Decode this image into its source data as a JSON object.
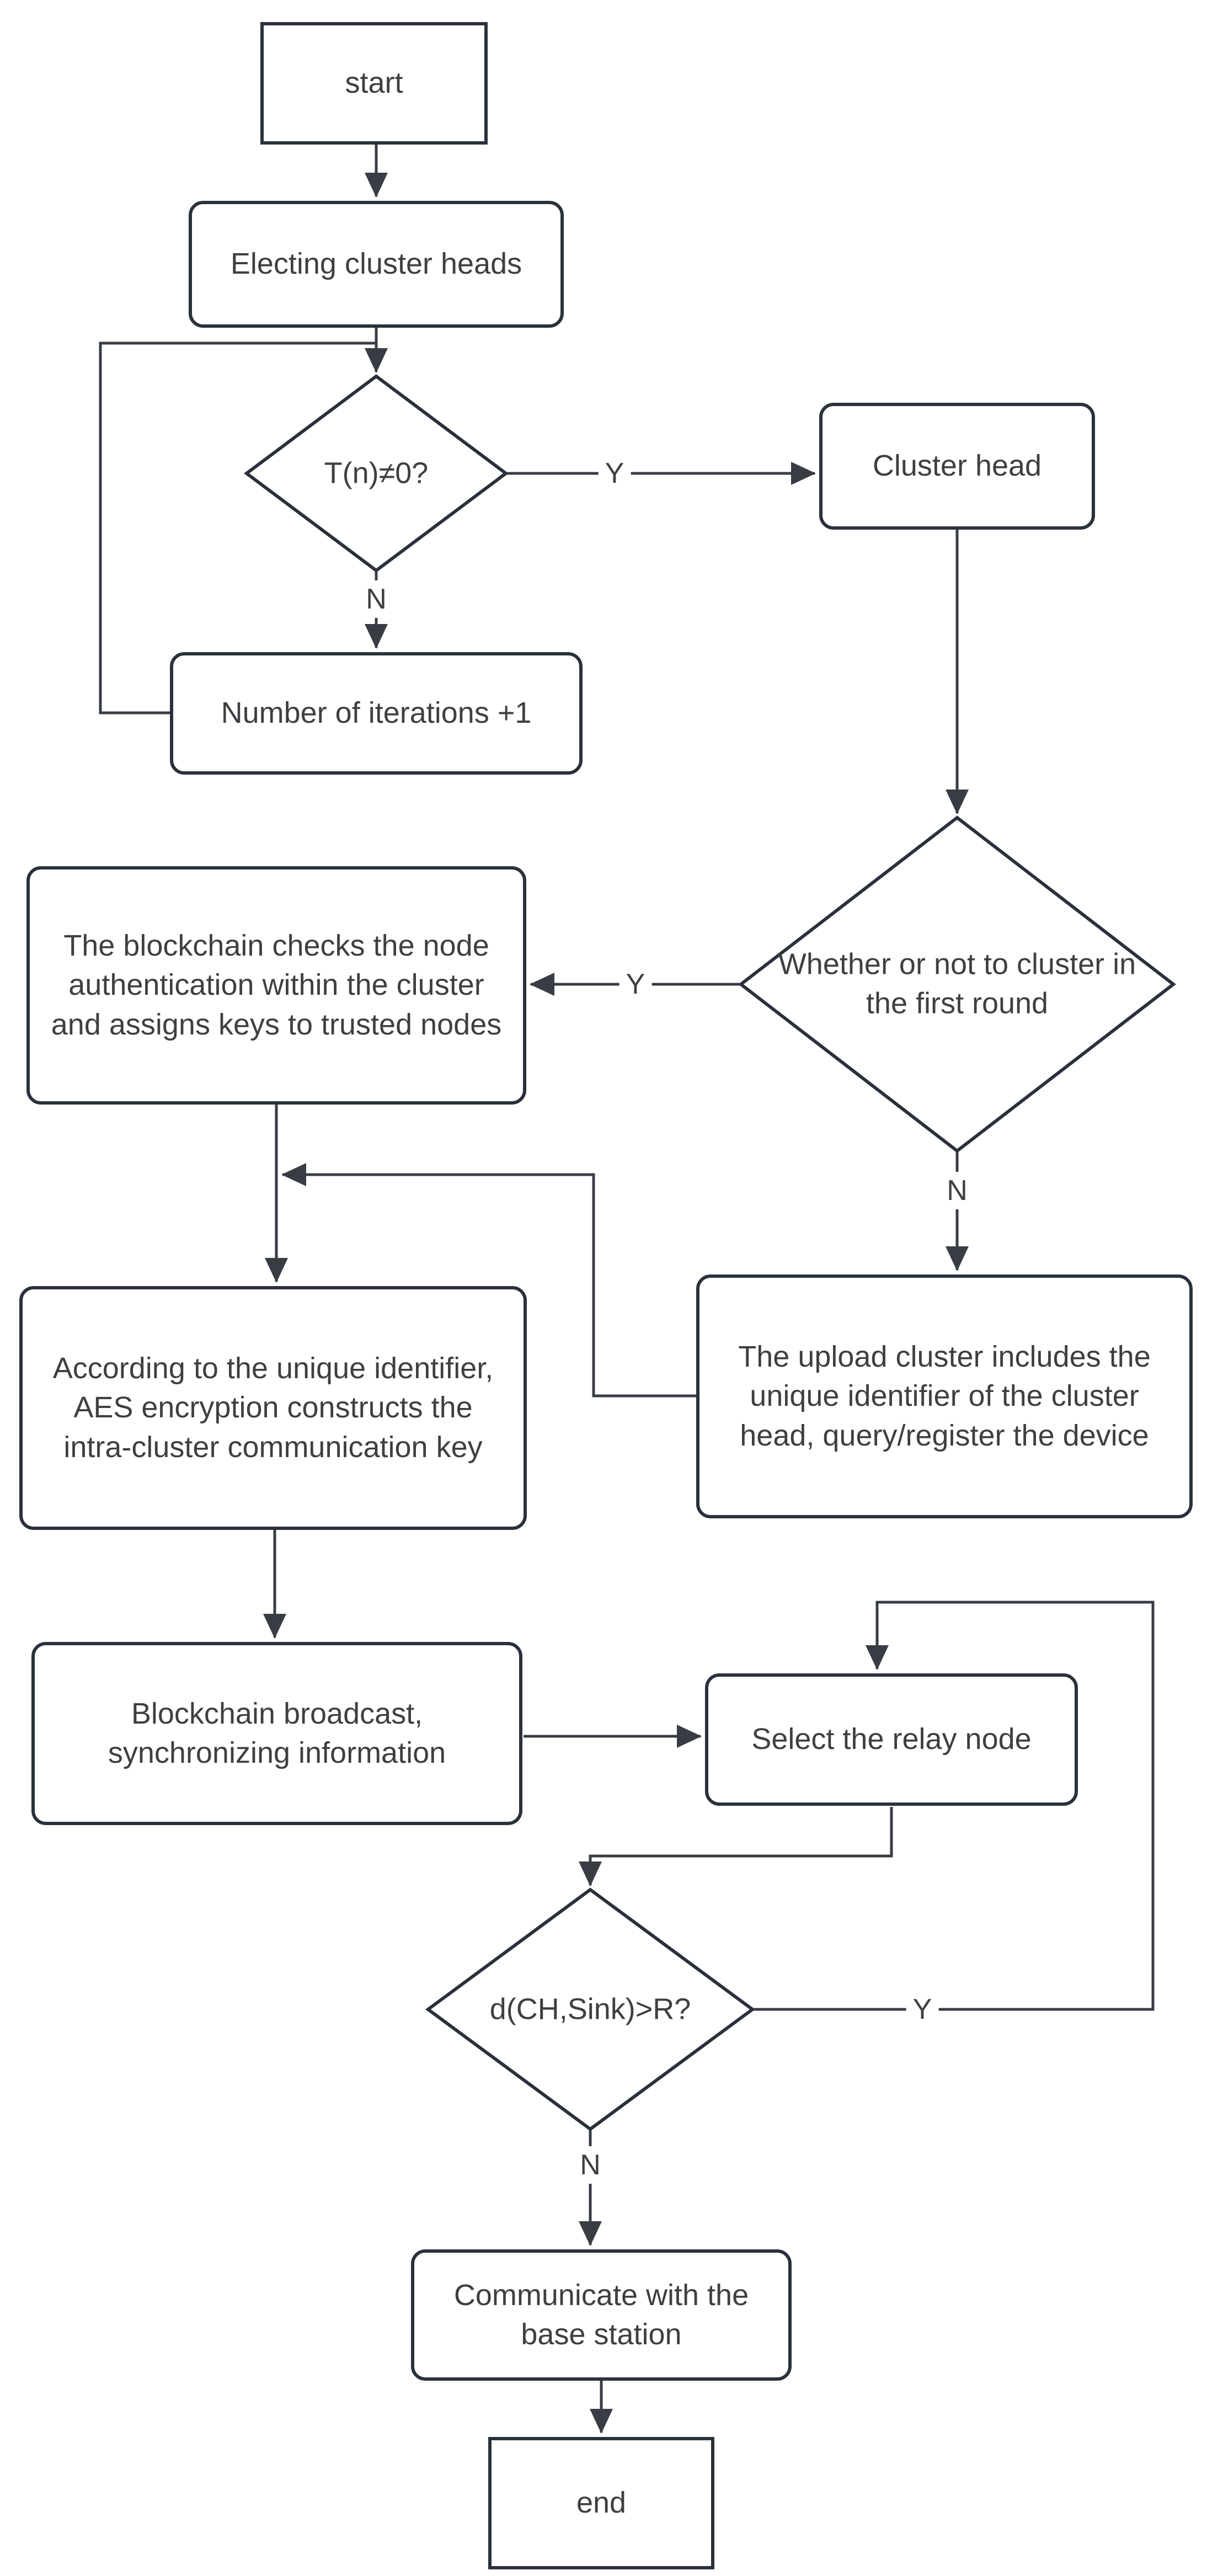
{
  "diagram": {
    "title": "Cluster head election and blockchain key distribution flowchart",
    "colors": {
      "background": "#ffffff",
      "node_border": "#2a313c",
      "connector": "#383d44",
      "text": "#3d3f42"
    },
    "nodes": {
      "start": {
        "label": "start",
        "shape": "rectangle"
      },
      "elect": {
        "label": "Electing cluster heads",
        "shape": "rounded-rectangle"
      },
      "t_n": {
        "label": "T(n)≠0?",
        "shape": "diamond"
      },
      "cluster_head": {
        "label": "Cluster head",
        "shape": "rounded-rectangle"
      },
      "iterations": {
        "label": "Number of iterations +1",
        "shape": "rounded-rectangle"
      },
      "first_round": {
        "label": "Whether or not to cluster in the first round",
        "shape": "diamond"
      },
      "blockchain_checks": {
        "label": "The blockchain checks the node authentication within the cluster and assigns keys to trusted nodes",
        "shape": "rounded-rectangle"
      },
      "aes_key": {
        "label": "According to the unique identifier, AES encryption constructs the intra-cluster communication key",
        "shape": "rounded-rectangle"
      },
      "upload_cluster": {
        "label": "The upload cluster includes the unique identifier of the cluster head, query/register the device",
        "shape": "rounded-rectangle"
      },
      "broadcast": {
        "label": "Blockchain broadcast, synchronizing information",
        "shape": "rounded-rectangle"
      },
      "select_relay": {
        "label": "Select the relay node",
        "shape": "rounded-rectangle"
      },
      "distance_check": {
        "label": "d(CH,Sink)>R?",
        "shape": "diamond"
      },
      "communicate": {
        "label": "Communicate with the base station",
        "shape": "rounded-rectangle"
      },
      "end": {
        "label": "end",
        "shape": "rectangle"
      }
    },
    "edge_labels": {
      "t_n_yes": "Y",
      "t_n_no": "N",
      "first_round_yes": "Y",
      "first_round_no": "N",
      "distance_yes": "Y",
      "distance_no": "N"
    }
  }
}
